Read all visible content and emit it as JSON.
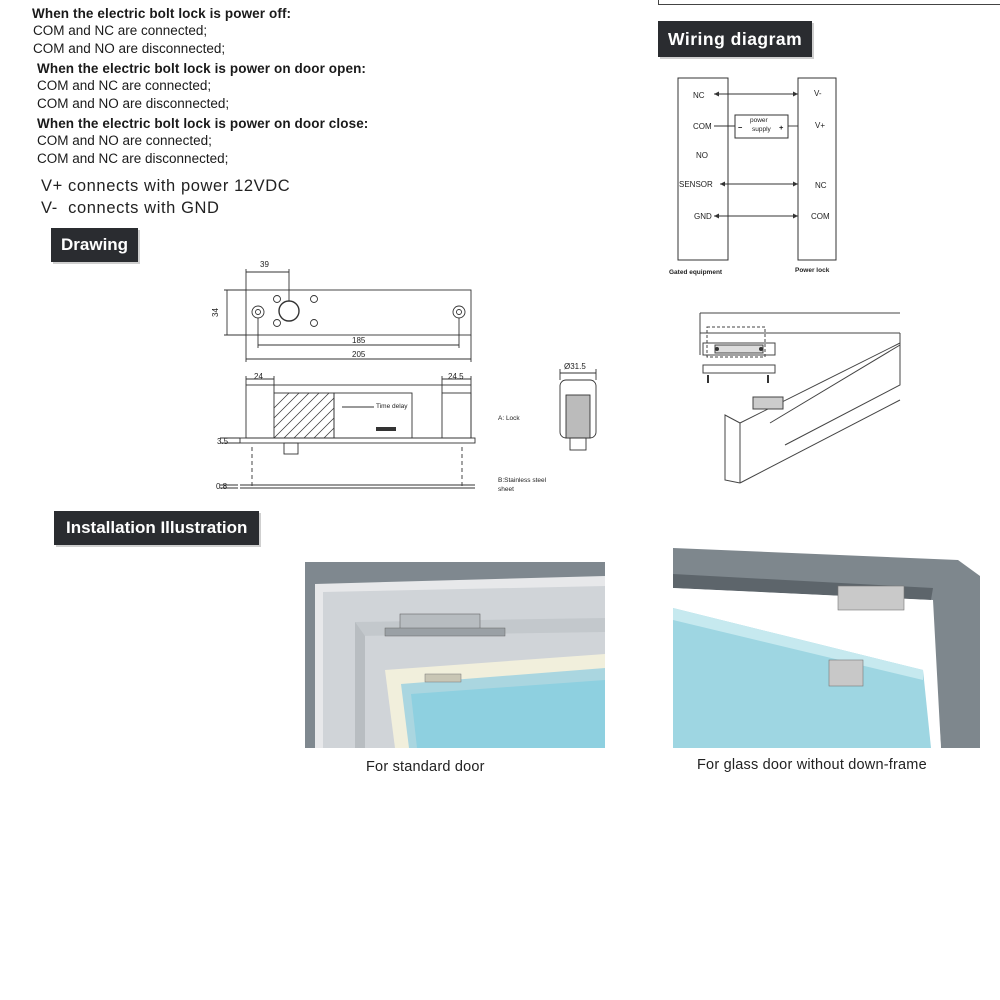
{
  "conditions": {
    "off": {
      "heading": "When the electric bolt lock is power off:",
      "lines": [
        "COM and NC are connected;",
        "COM and NO are disconnected;"
      ]
    },
    "on_open": {
      "heading": "When the electric bolt lock is power on door open:",
      "lines": [
        "COM and NC are connected;",
        "COM and NO are disconnected;"
      ]
    },
    "on_close": {
      "heading": "When the electric bolt lock is power on door close:",
      "lines": [
        "COM and NO are connected;",
        "COM and NC are disconnected;"
      ]
    }
  },
  "power": {
    "vplus": "V+ connects with power 12VDC",
    "vminus": "V-  connects with GND"
  },
  "sections": {
    "wiring": "Wiring diagram",
    "drawing": "Drawing",
    "installation": "Installation Illustration"
  },
  "wiring": {
    "left_labels": [
      "NC",
      "COM",
      "NO",
      "SENSOR",
      "GND"
    ],
    "right_labels": [
      "V-",
      "V+",
      "NC",
      "COM"
    ],
    "power_supply": [
      "power",
      "supply"
    ],
    "minus": "−",
    "plus": "+",
    "left_caption": "Gated equipment",
    "right_caption": "Power lock"
  },
  "drawing": {
    "dims": {
      "d39": "39",
      "d34": "34",
      "d185": "185",
      "d205": "205",
      "d24": "24",
      "d245": "24.5",
      "d35": "3.5",
      "d08": "0.8",
      "dia": "Ø31.5"
    },
    "time_delay": "Time delay",
    "label_a": "A: Lock",
    "label_b1": "B:Stainless steel",
    "label_b2": "sheet"
  },
  "captions": {
    "standard": "For standard door",
    "glass": "For glass door without down-frame"
  },
  "colors": {
    "header_bg": "#2a2c30",
    "frame_grey": "#8d959b",
    "glass_blue": "#86cfe0",
    "door_cream": "#efeddc"
  }
}
